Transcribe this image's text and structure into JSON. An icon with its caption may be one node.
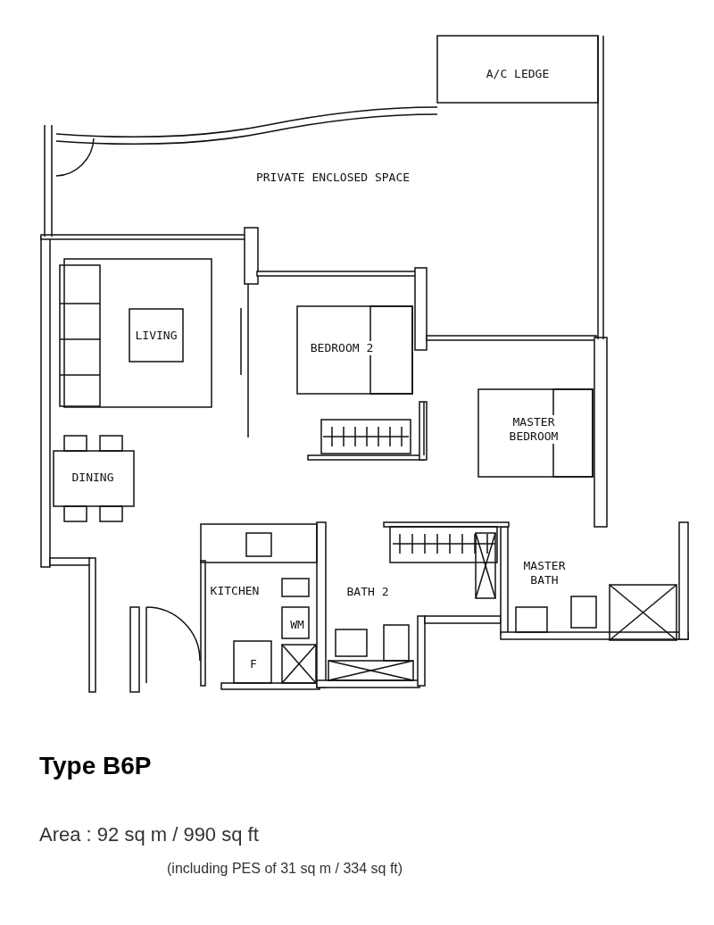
{
  "diagram": {
    "title": "Type B6P",
    "labels": [
      "A/C LEDGE",
      "PRIVATE ENCLOSED SPACE",
      "LIVING",
      "BEDROOM 2",
      "MASTER BEDROOM",
      "DINING",
      "KITCHEN",
      "WM",
      "F",
      "BATH 2",
      "MASTER BATH",
      "Area : 92 sq m / 990 sq ft",
      "(including PES of 31 sq m / 334 sq ft)"
    ]
  }
}
